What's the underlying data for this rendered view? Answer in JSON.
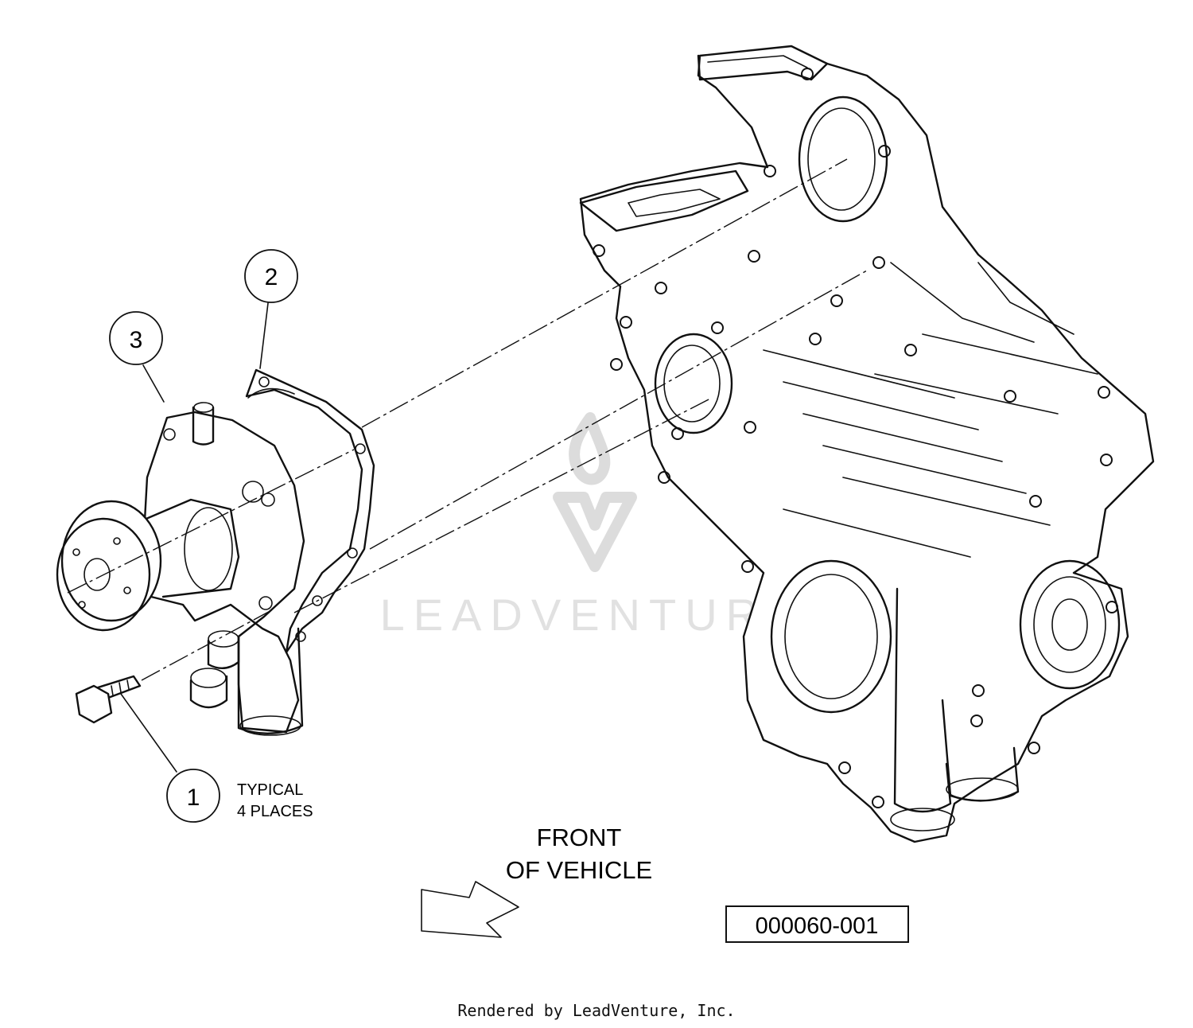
{
  "callouts": [
    {
      "number": "1",
      "note_line1": "TYPICAL",
      "note_line2": "4 PLACES"
    },
    {
      "number": "2"
    },
    {
      "number": "3"
    }
  ],
  "direction": {
    "line1": "FRONT",
    "line2": "OF VEHICLE"
  },
  "figure_id": "000060-001",
  "watermark": "LEADVENTURE",
  "footer": "Rendered by LeadVenture, Inc."
}
